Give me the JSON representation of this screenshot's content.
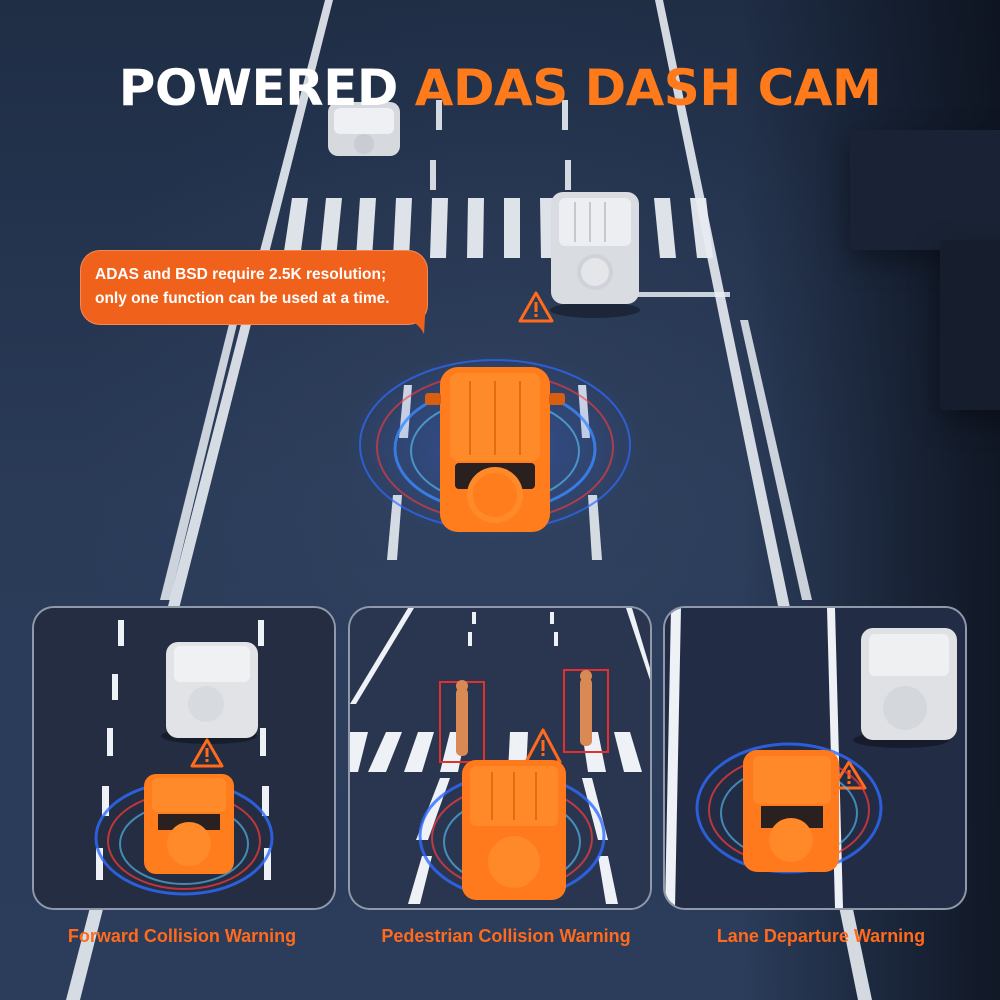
{
  "headline": {
    "white_part": "POWERED",
    "orange_part": "ADAS DASH CAM"
  },
  "notice_bubble": {
    "line1": "ADAS and BSD require 2.5K resolution;",
    "line2": "only one function can be used at a time."
  },
  "hero_scene": {
    "icons": [
      "warning-triangle-icon"
    ],
    "vehicles": [
      "orange-suv",
      "white-suv-ahead",
      "white-suv-far"
    ]
  },
  "features": [
    {
      "label": "Forward Collision Warning",
      "icon": "warning-triangle-icon"
    },
    {
      "label": "Pedestrian Collision Warning",
      "icon": "warning-triangle-icon"
    },
    {
      "label": "Lane Departure Warning",
      "icon": "warning-triangle-icon"
    }
  ],
  "colors": {
    "accent_orange": "#ff7a1a",
    "caption_orange": "#ff6a1c",
    "bubble_orange": "#f0621c",
    "road_blue": "#263752",
    "panel_border": "#bec8d7",
    "radar_blue": "#2f6bff",
    "radar_red": "#ff3b3b"
  }
}
